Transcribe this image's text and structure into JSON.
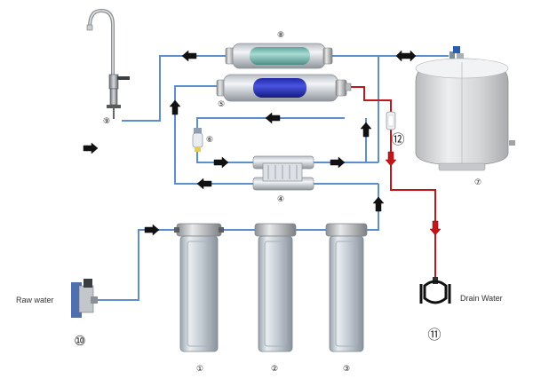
{
  "labels": {
    "raw_water": "Raw water",
    "drain_water": "Drain Water"
  },
  "components": {
    "filter_1": "①",
    "filter_2": "②",
    "filter_3": "③",
    "flow_restrictor_4": "④",
    "ro_membrane_5": "⑤",
    "check_valve_6": "⑥",
    "storage_tank_7": "⑦",
    "post_filter_8": "⑧",
    "faucet_9": "⑨",
    "inlet_valve_10": "⑩",
    "drain_saddle_11": "⑪",
    "flow_restrictor_12": "⑫"
  },
  "colors": {
    "water_line": "#5b8fcf",
    "drain_line": "#c0171b",
    "arrow": "#111111",
    "membrane": "#2f37c6",
    "post_filter": "#7fbfb8",
    "tank": "#d5d6d8"
  },
  "icons": {
    "flow_arrow": "arrow-icon",
    "faucet": "faucet-icon",
    "tank": "tank-icon"
  }
}
